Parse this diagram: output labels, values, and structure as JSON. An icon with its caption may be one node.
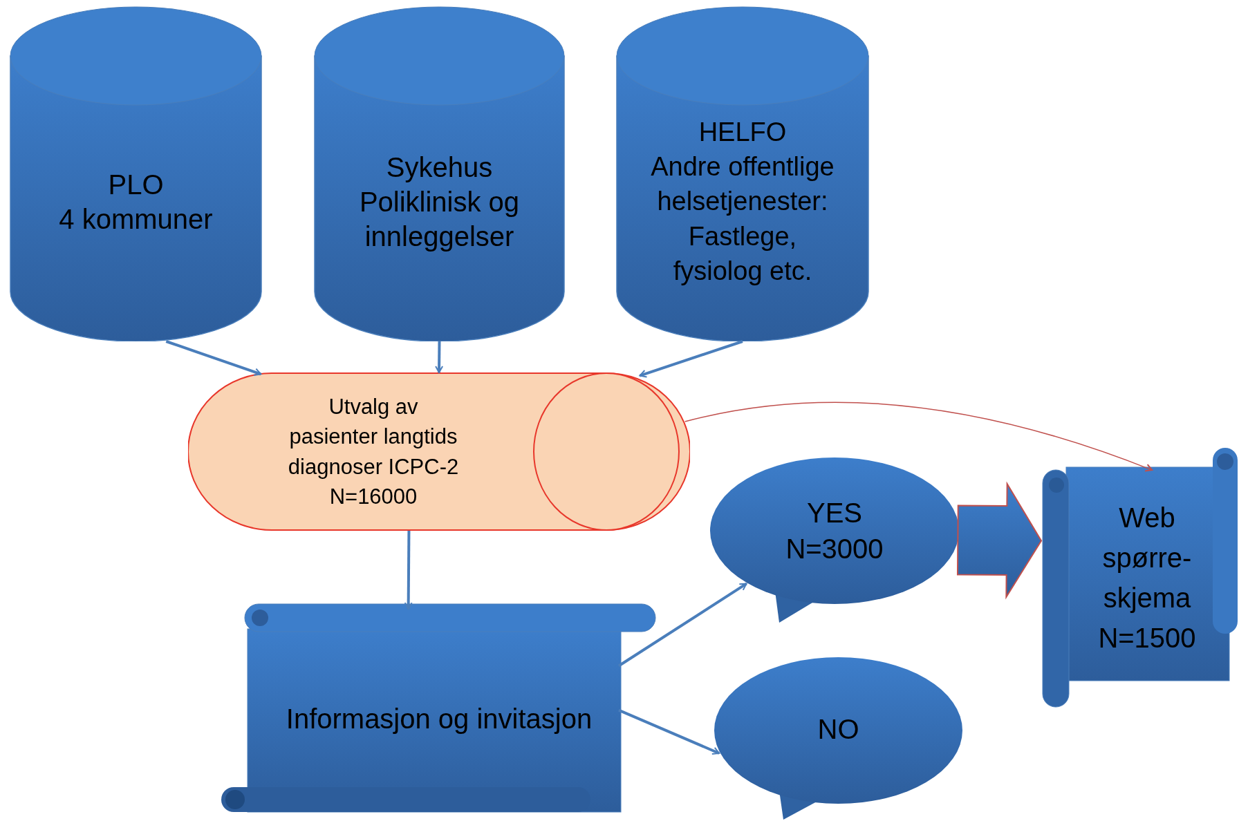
{
  "diagram": {
    "nodes": [
      {
        "text": [
          "PLO",
          "4 kommuner"
        ]
      },
      {
        "text": [
          "Sykehus",
          "Poliklinisk og innleggelser"
        ]
      },
      {
        "text": [
          "HELFO",
          "Andre offentlige helsetjenester: Fastlege, fysiolog etc."
        ]
      },
      {
        "text": [
          "Utvalg av pasienter langtids diagnoser ICPC-2 N=16000"
        ]
      },
      {
        "text": [
          "Web spørre-skjema",
          "N=1500"
        ]
      },
      {
        "text": [
          "YES",
          "N=3000"
        ]
      },
      {
        "text": [
          "Informasjon og invitasjon"
        ]
      },
      {
        "text": [
          "NO"
        ]
      }
    ],
    "edges": [
      {
        "from": 0,
        "to": 3,
        "arrow": "to"
      },
      {
        "from": 1,
        "to": 3,
        "arrow": "to"
      },
      {
        "from": 2,
        "to": 3,
        "arrow": "to"
      },
      {
        "from": 3,
        "to": 4,
        "arrow": "to",
        "color": "#c0504d"
      },
      {
        "from": 3,
        "to": 6,
        "arrow": "to"
      },
      {
        "from": 6,
        "to": 5,
        "arrow": "to"
      },
      {
        "from": 6,
        "to": 7,
        "arrow": "to"
      },
      {
        "from": 5,
        "to": 4,
        "arrow": "to",
        "style": "thick",
        "color": "#c0504d"
      }
    ]
  }
}
